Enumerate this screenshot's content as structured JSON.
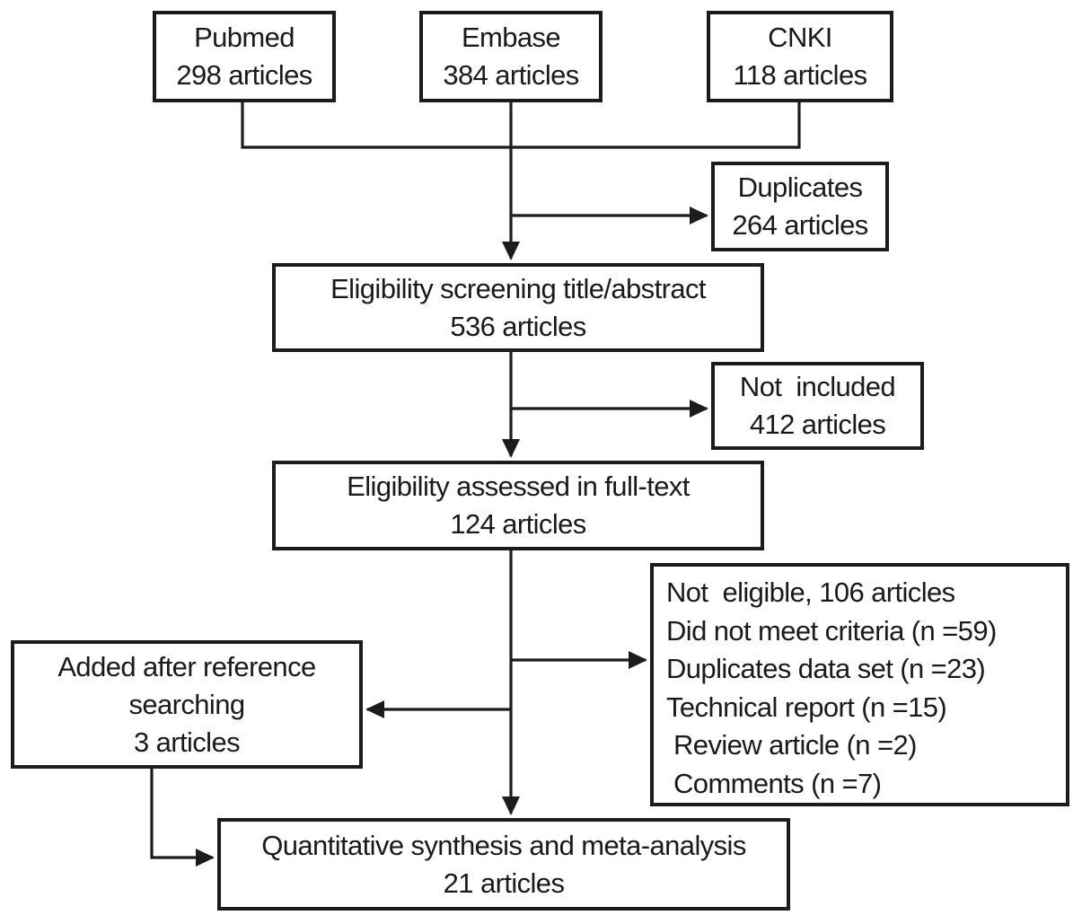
{
  "diagram": {
    "type": "flowchart",
    "description": "Literature screening flow diagram for meta-analysis article selection",
    "colors": {
      "border": "#1c1c1c",
      "text": "#1a1a1a",
      "background": "#ffffff"
    },
    "boxes": {
      "pubmed": {
        "line1": "Pubmed",
        "line2": "298 articles"
      },
      "embase": {
        "line1": "Embase",
        "line2": "384 articles"
      },
      "cnki": {
        "line1": "CNKI",
        "line2": "118 articles"
      },
      "duplicates": {
        "line1": "Duplicates",
        "line2": "264 articles"
      },
      "screening": {
        "line1": "Eligibility screening title/abstract",
        "line2": "536 articles"
      },
      "not_included": {
        "line1": "Not  included",
        "line2": "412 articles"
      },
      "fulltext": {
        "line1": "Eligibility assessed in full-text",
        "line2": "124 articles"
      },
      "not_eligible": {
        "lines": [
          "Not  eligible, 106 articles",
          "Did not meet criteria (n =59)",
          "Duplicates data set (n =23)",
          "Technical report (n =15)",
          " Review article (n =2)",
          " Comments (n =7)"
        ]
      },
      "added_ref": {
        "line1": "Added after reference",
        "line2": "searching",
        "line3": "3 articles"
      },
      "quant": {
        "line1": "Quantitative synthesis and meta-analysis",
        "line2": "21 articles"
      }
    }
  }
}
